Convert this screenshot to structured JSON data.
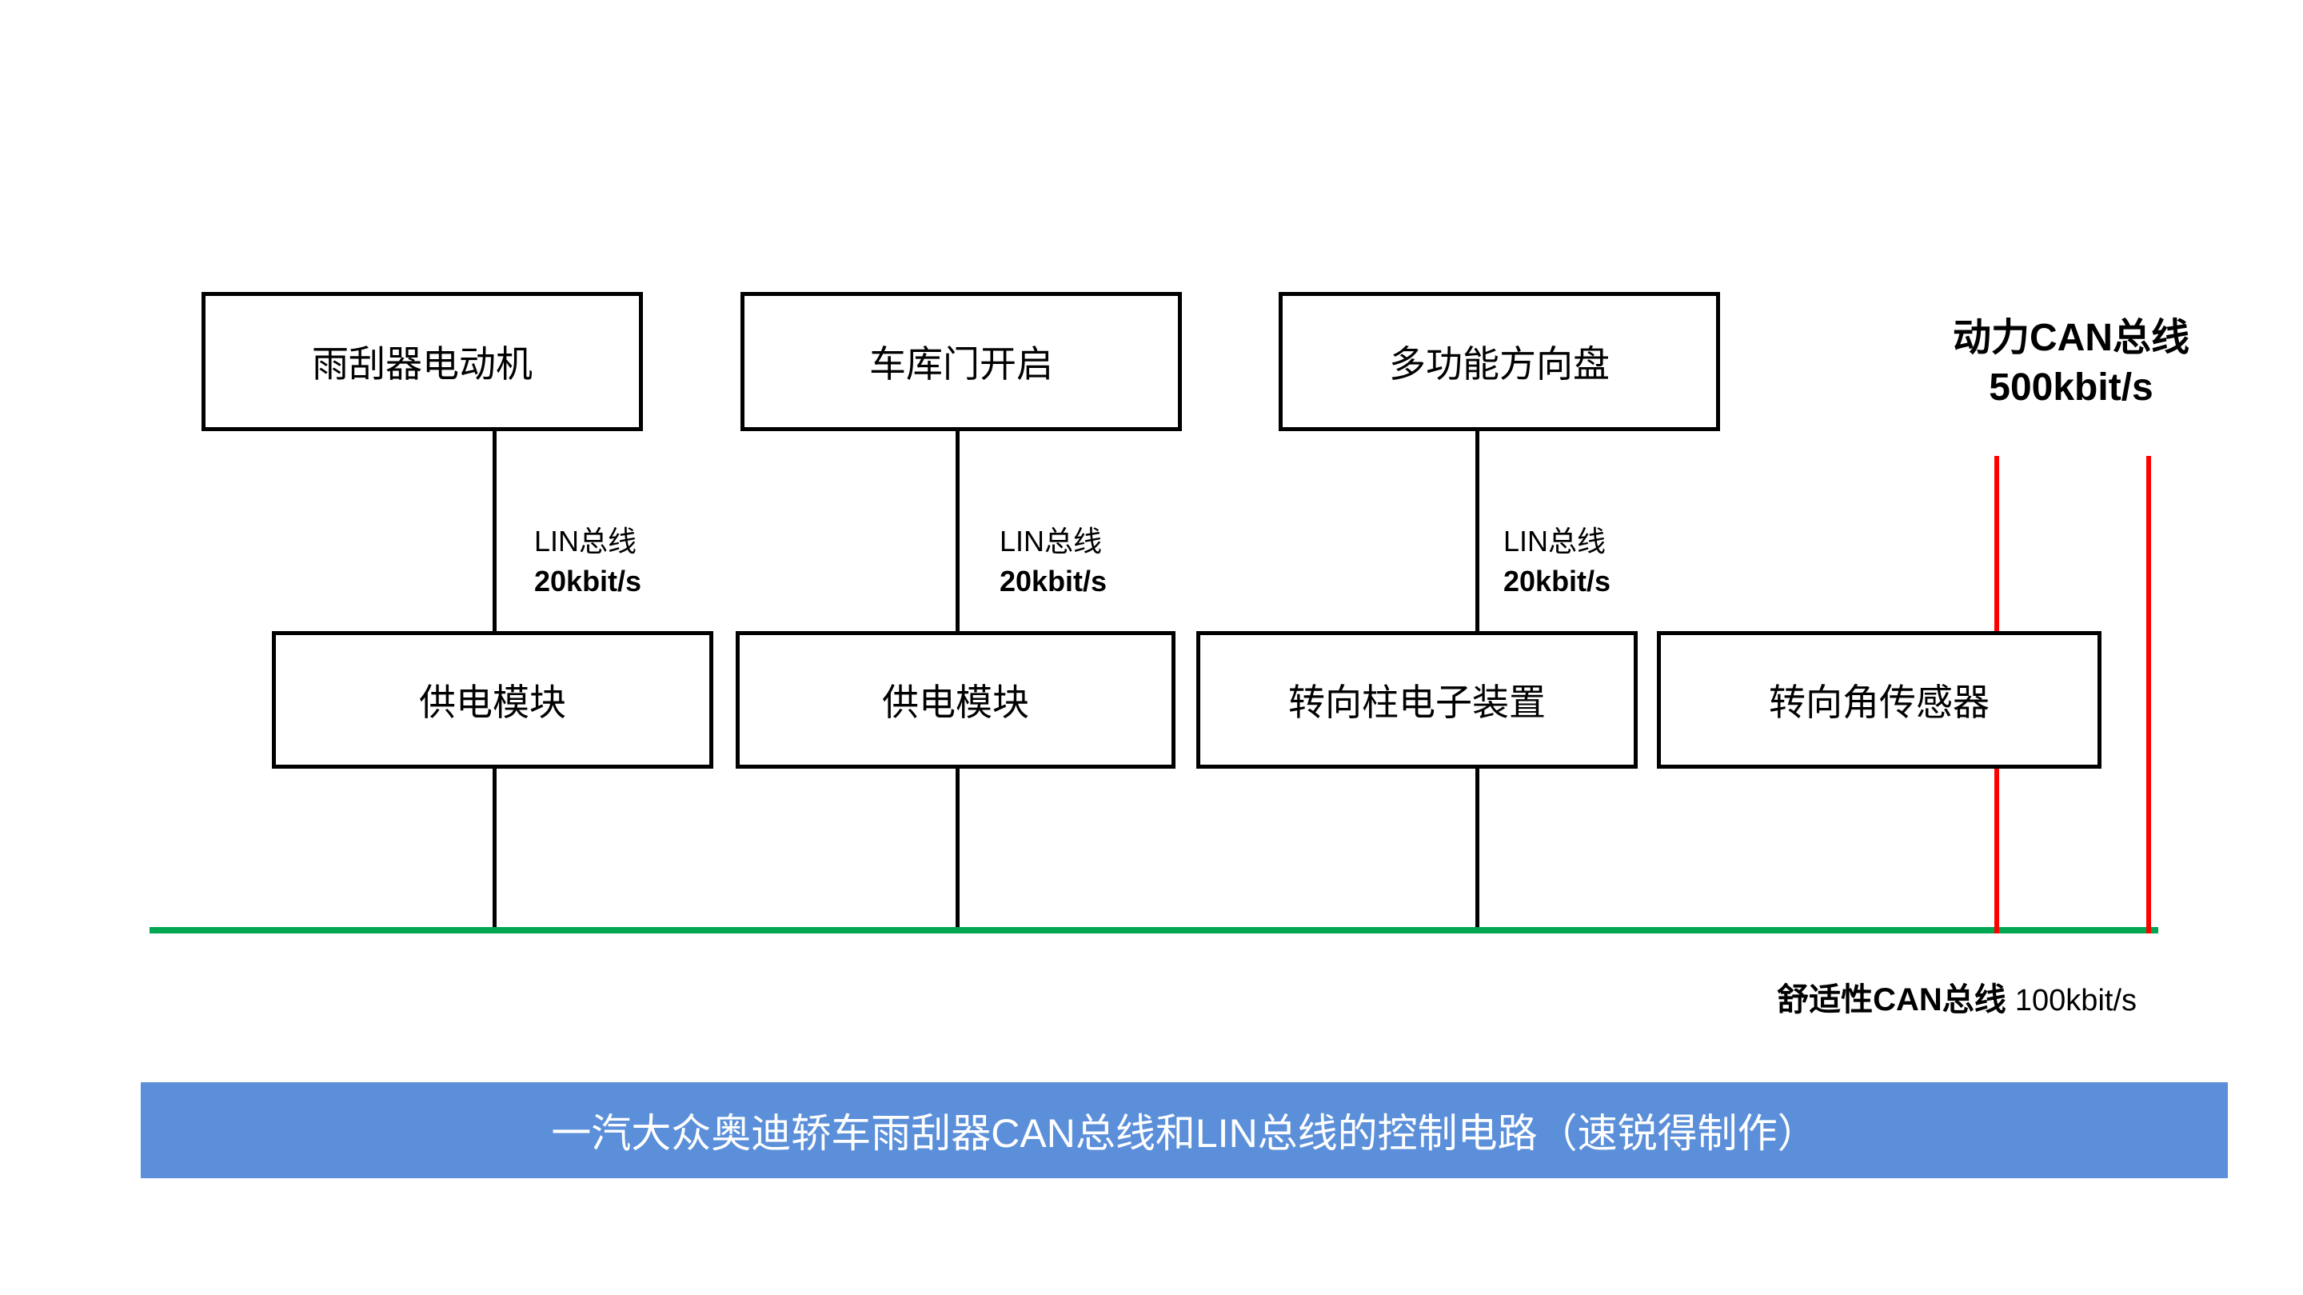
{
  "diagram": {
    "top_boxes": [
      {
        "label": "雨刮器电动机"
      },
      {
        "label": "车库门开启"
      },
      {
        "label": "多功能方向盘"
      }
    ],
    "mid_boxes": [
      {
        "label": "供电模块"
      },
      {
        "label": "供电模块"
      },
      {
        "label": "转向柱电子装置"
      },
      {
        "label": "转向角传感器"
      }
    ],
    "lin_labels": [
      {
        "bus": "LIN总线",
        "speed": "20kbit/s"
      },
      {
        "bus": "LIN总线",
        "speed": "20kbit/s"
      },
      {
        "bus": "LIN总线",
        "speed": "20kbit/s"
      }
    ],
    "powertrain_can": {
      "name": "动力CAN总线",
      "speed": "500kbit/s",
      "color": "#ff0000"
    },
    "comfort_can": {
      "name": "舒适性CAN总线",
      "speed": "100kbit/s",
      "color": "#00a651"
    },
    "caption": {
      "text": "一汽大众奥迪轿车雨刮器CAN总线和LIN总线的控制电路（速锐得制作）",
      "bg_color": "#5b8fd9",
      "text_color": "#ffffff"
    }
  }
}
